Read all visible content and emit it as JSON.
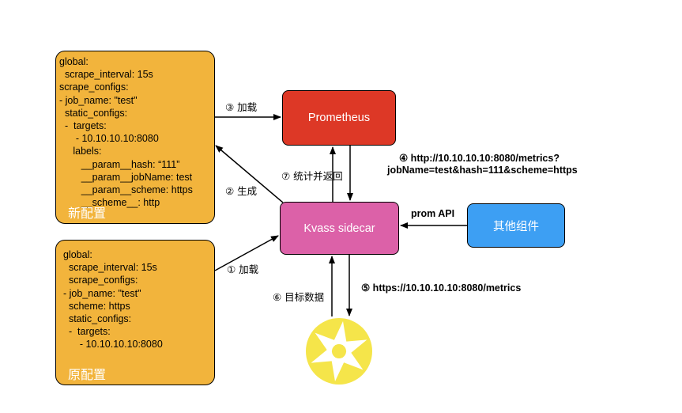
{
  "new_config": {
    "yaml": "global:\n  scrape_interval: 15s\nscrape_configs:\n- job_name: \"test\"\n  static_configs:\n  -  targets:\n      - 10.10.10.10:8080\n     labels:\n        __param__hash: “111”\n        __param__jobName: test\n        __param__scheme: https\n        __scheme__: http",
    "label": "新配置"
  },
  "old_config": {
    "yaml": "global:\n  scrape_interval: 15s\n  scrape_configs:\n- job_name: \"test\"\n  scheme: https\n  static_configs:\n  -  targets:\n      - 10.10.10.10:8080",
    "label": "原配置"
  },
  "nodes": {
    "prometheus": "Prometheus",
    "sidecar": "Kvass sidecar",
    "other": "其他组件"
  },
  "edges": {
    "load_3": "③ 加载",
    "generate_2": "② 生成",
    "load_1": "① 加载",
    "aggregate_7": "⑦ 统计并返回",
    "metrics_query_4_line1": "④ http://10.10.10.10:8080/metrics?",
    "metrics_query_4_line2": "jobName=test&hash=111&scheme=https",
    "prom_api": "prom API",
    "https_5": "⑤ https://10.10.10.10:8080/metrics",
    "target_data_6": "⑥ 目标数据"
  },
  "colors": {
    "config_fill": "#f2b43c",
    "prometheus": "#dd3826",
    "sidecar": "#dc61a8",
    "other": "#3d9ff3",
    "target_logo": "#f5e54a"
  },
  "icons": {
    "target": "camera-shutter-icon"
  }
}
